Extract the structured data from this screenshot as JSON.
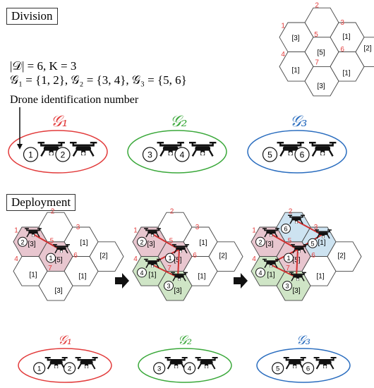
{
  "sections": {
    "division": "Division",
    "deployment": "Deployment"
  },
  "formula": {
    "line1": "|𝒟| =  6, K = 3",
    "line2": "𝒢₁ = {1, 2},  𝒢₂ = {3, 4},  𝒢₃ = {5, 6}"
  },
  "drone_id_label": "Drone identification number",
  "groups": [
    {
      "label": "𝒢₁",
      "color": "#e23b3b",
      "drones": [
        "1",
        "2"
      ]
    },
    {
      "label": "𝒢₂",
      "color": "#3aa83a",
      "drones": [
        "3",
        "4"
      ]
    },
    {
      "label": "𝒢₃",
      "color": "#2a6dbf",
      "drones": [
        "5",
        "6"
      ]
    }
  ],
  "hex_map": {
    "cell_ids": [
      "1",
      "2",
      "3",
      "4",
      "5",
      "6",
      "7"
    ],
    "cell_labels": [
      "[1]",
      "[2]",
      "[3]",
      "[5]",
      "[1]",
      "[1]",
      "[3]"
    ]
  },
  "deploy_maps": [
    {
      "cells": [
        {
          "d": "1",
          "l": "[5]"
        },
        {
          "d": "2",
          "l": "[3]"
        }
      ]
    },
    {
      "cells": [
        {
          "d": "1",
          "l": "[5]"
        },
        {
          "d": "2",
          "l": "[3]"
        },
        {
          "d": "3",
          "l": "[3]"
        },
        {
          "d": "4",
          "l": "[1]"
        }
      ]
    },
    {
      "cells": [
        {
          "d": "1",
          "l": "[5]"
        },
        {
          "d": "2",
          "l": "[3]"
        },
        {
          "d": "3",
          "l": "[3]"
        },
        {
          "d": "4",
          "l": "[1]"
        },
        {
          "d": "5",
          "l": "[2]"
        },
        {
          "d": "6",
          "l": "[1]"
        }
      ]
    }
  ],
  "colors": {
    "red": "#e23b3b",
    "green": "#3aa83a",
    "blue": "#2a6dbf",
    "pink_fill": "#e8c6cf",
    "green_fill": "#cfe5c6",
    "blue_fill": "#cde3f1"
  }
}
